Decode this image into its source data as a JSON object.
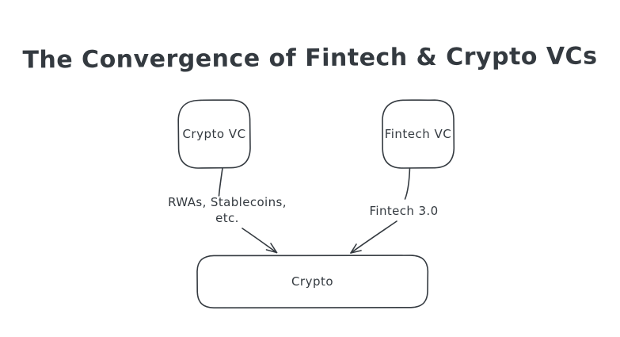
{
  "title": "The Convergence of Fintech & Crypto VCs",
  "colors": {
    "stroke": "#343a40",
    "background": "#ffffff"
  },
  "nodes": {
    "crypto_vc": {
      "label": "Crypto VC"
    },
    "fintech_vc": {
      "label": "Fintech VC"
    },
    "crypto": {
      "label": "Crypto"
    }
  },
  "edges": {
    "crypto_vc_to_crypto": {
      "label_line1": "RWAs, Stablecoins,",
      "label_line2": "etc."
    },
    "fintech_vc_to_crypto": {
      "label": "Fintech 3.0"
    }
  }
}
